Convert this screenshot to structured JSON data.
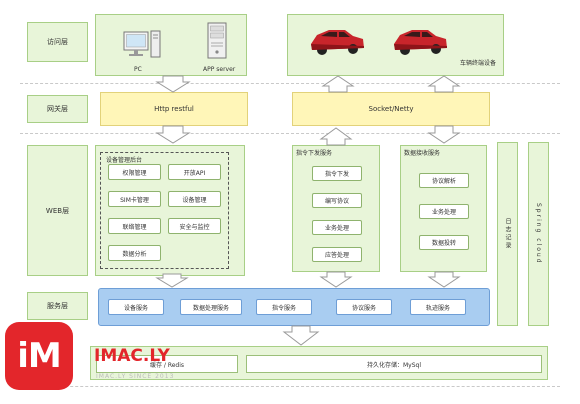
{
  "layers": {
    "access": "访问层",
    "gateway": "网关层",
    "web": "WEB层",
    "service": "服务层"
  },
  "access": {
    "pc": "PC",
    "app_server": "APP server",
    "terminal": "车辆终端设备"
  },
  "gateway": {
    "http": "Http restful",
    "socket": "Socket/Netty"
  },
  "web": {
    "mgmt_title": "设备管理后台",
    "mgmt_items": [
      "权限管理",
      "开放API",
      "SIM卡管理",
      "设备管理",
      "联络管理",
      "安全与监控",
      "数据分析"
    ],
    "cmd_title": "指令下发服务",
    "cmd_items": [
      "指令下发",
      "编写协议",
      "业务处理",
      "应答处理"
    ],
    "recv_title": "数据接收服务",
    "recv_items": [
      "协议解析",
      "业务处理",
      "数据投转"
    ],
    "log": "日志记录",
    "spring": "Spring cloud"
  },
  "services": [
    "设备服务",
    "数据处理服务",
    "指令服务",
    "协议服务",
    "轨迹服务"
  ],
  "storage": {
    "cache": "缓存 / Redis",
    "persist": "持久化存储：MySql"
  },
  "watermark": {
    "logo_letters": "iM",
    "brand": "IMAC.LY",
    "sub": "IMAC.LY SINCE 2013"
  },
  "colors": {
    "green_fill": "#e8f5d9",
    "yellow_fill": "#fff6b8",
    "blue_fill": "#a9cdf1",
    "car_red": "#c8252b",
    "logo_red": "#e3262b"
  }
}
